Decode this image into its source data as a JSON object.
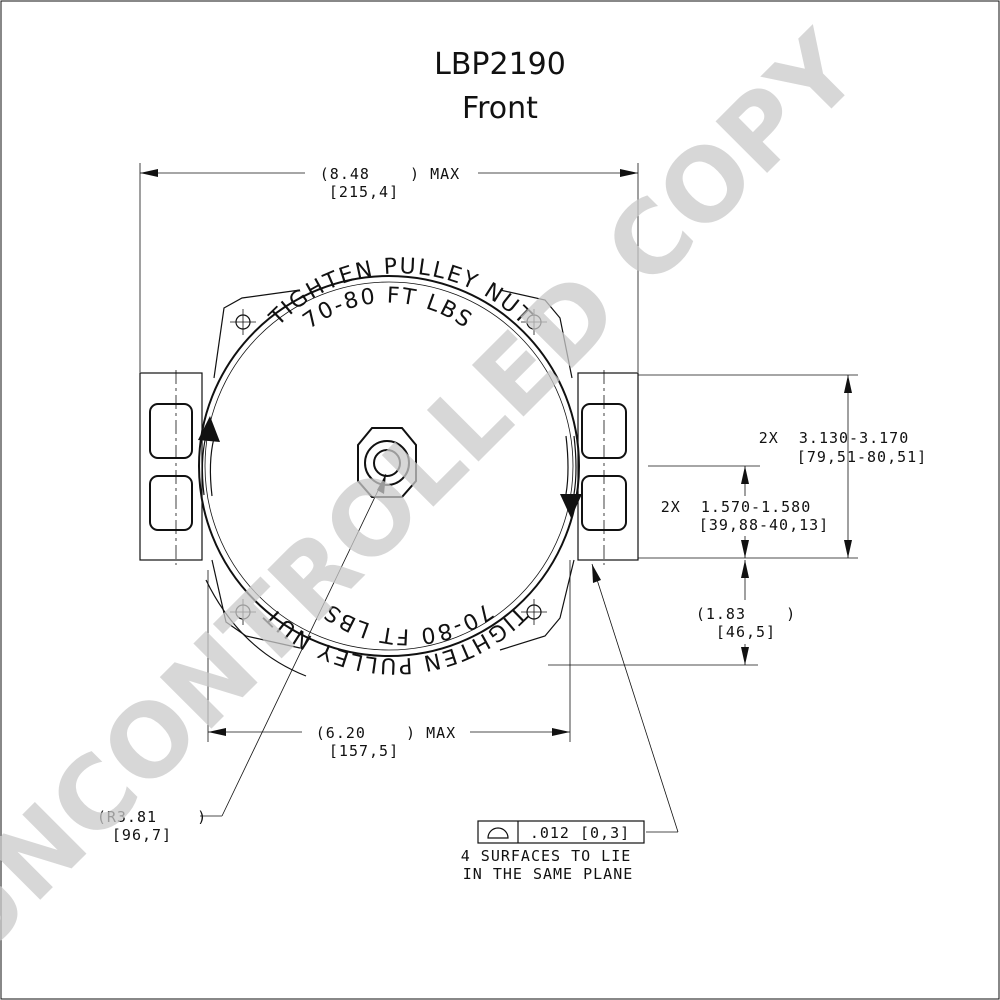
{
  "title": {
    "model": "LBP2190",
    "view": "Front"
  },
  "ring_text": {
    "top_outer": "TIGHTEN PULLEY NUT",
    "top_inner": "70-80 FT LBS",
    "bottom_outer": "TIGHTEN PULLEY NUT",
    "bottom_inner": "70-80 FT LBS"
  },
  "dimensions": {
    "overall_width": {
      "imperial": "(8.48    ) MAX",
      "metric": "[215,4]"
    },
    "mount_span": {
      "imperial": "2X  3.130-3.170",
      "metric": "[79,51-80,51]"
    },
    "mount_half": {
      "imperial": "2X  1.570-1.580",
      "metric": "[39,88-40,13]"
    },
    "lower_offset": {
      "imperial": "(1.83    )",
      "metric": "[46,5]"
    },
    "body_width": {
      "imperial": "(6.20    ) MAX",
      "metric": "[157,5]"
    },
    "radius": {
      "imperial": "(R3.81    )",
      "metric": "[96,7]"
    }
  },
  "flatness": {
    "tolerance": ".012 [0,3]",
    "note_line1": "4 SURFACES TO LIE",
    "note_line2": "IN THE SAME PLANE"
  },
  "watermark": "UNCONTROLLED COPY"
}
